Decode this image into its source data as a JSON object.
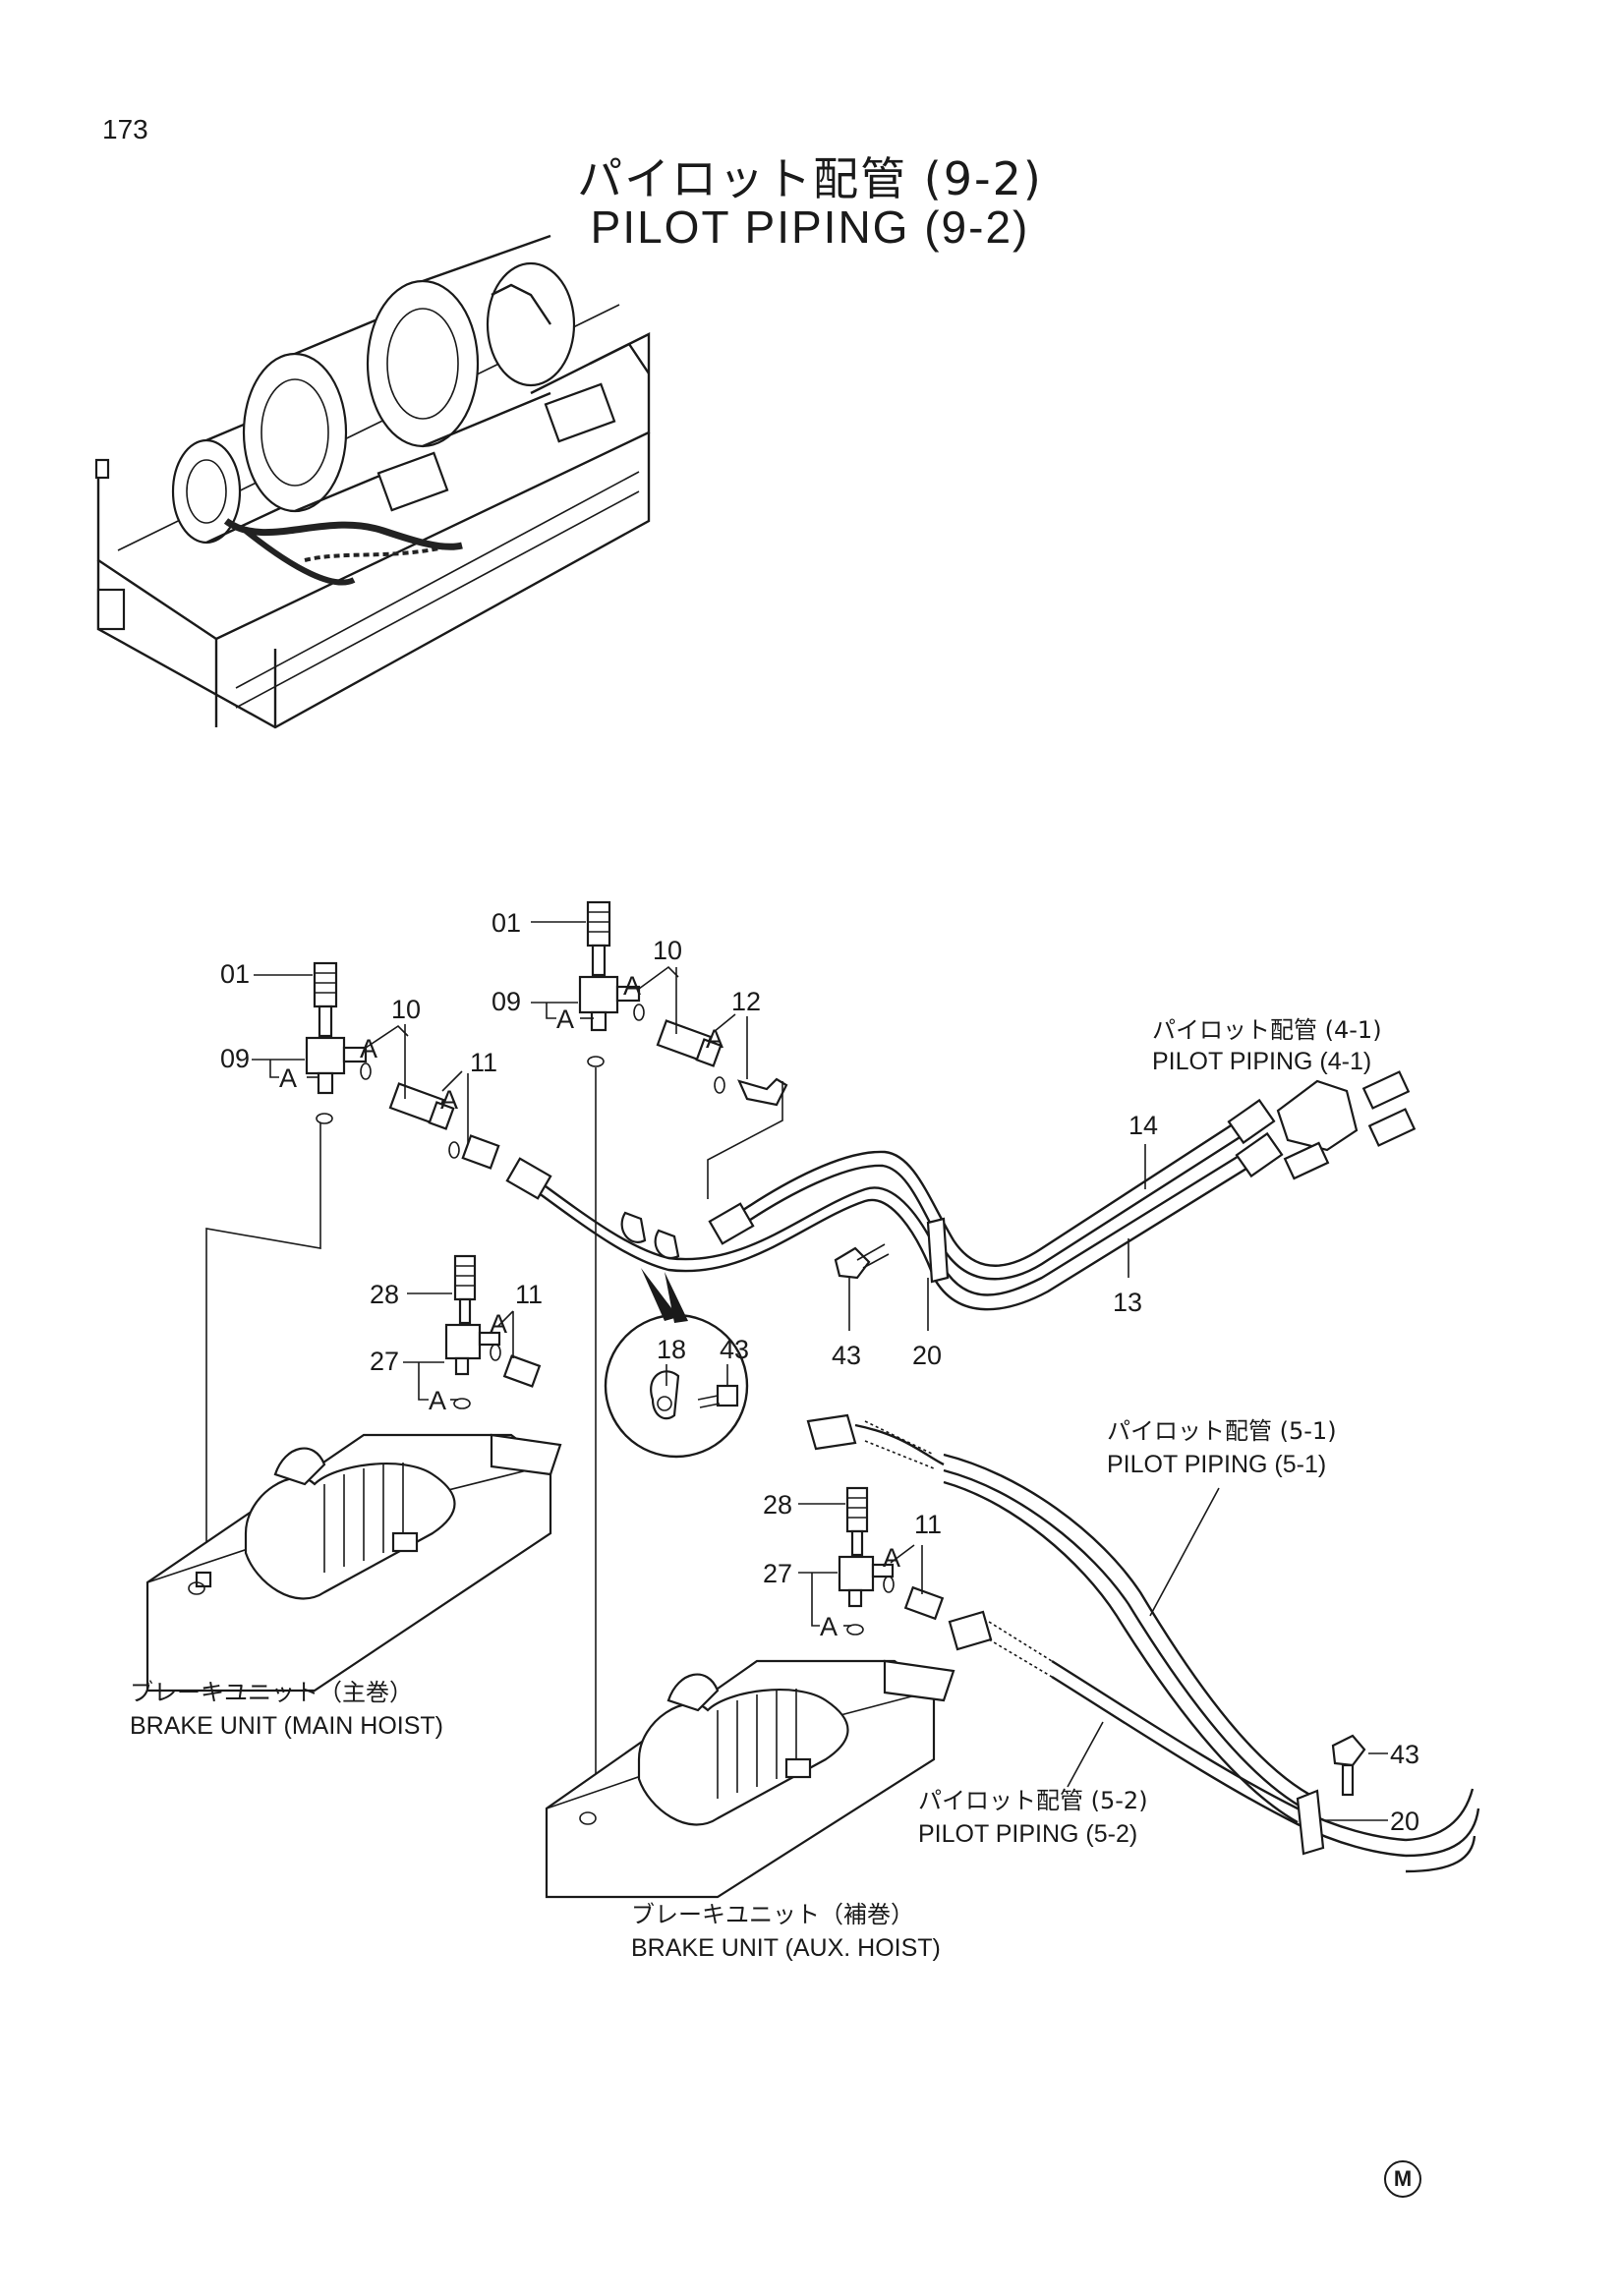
{
  "page": {
    "number": "173",
    "title_jp": "パイロット配管 (9-2)",
    "title_en": "PILOT PIPING (9-2)",
    "manufacturer_mark": "M"
  },
  "part_labels": {
    "p01a": "01",
    "p01b": "01",
    "p09a": "09",
    "p09b": "09",
    "p10a": "10",
    "p10b": "10",
    "p11a": "11",
    "p11b": "11",
    "p11c": "11",
    "p12": "12",
    "p13": "13",
    "p14": "14",
    "p18": "18",
    "p20a": "20",
    "p20b": "20",
    "p27a": "27",
    "p27b": "27",
    "p28a": "28",
    "p28b": "28",
    "p43a": "43",
    "p43b": "43",
    "p43c": "43"
  },
  "detail_marks": {
    "a1": "A",
    "a2": "A",
    "a3": "A",
    "a4": "A",
    "a5": "A",
    "a6": "A",
    "a7": "A",
    "a8": "A",
    "a9": "A",
    "a10": "A"
  },
  "references": {
    "pp41_jp": "パイロット配管 (4-1)",
    "pp41_en": "PILOT PIPING (4-1)",
    "pp51_jp": "パイロット配管 (5-1)",
    "pp51_en": "PILOT PIPING (5-1)",
    "pp52_jp": "パイロット配管 (5-2)",
    "pp52_en": "PILOT PIPING (5-2)",
    "brake_main_jp": "ブレーキユニット（主巻）",
    "brake_main_en": "BRAKE UNIT (MAIN HOIST)",
    "brake_aux_jp": "ブレーキユニット（補巻）",
    "brake_aux_en": "BRAKE UNIT (AUX. HOIST)"
  }
}
